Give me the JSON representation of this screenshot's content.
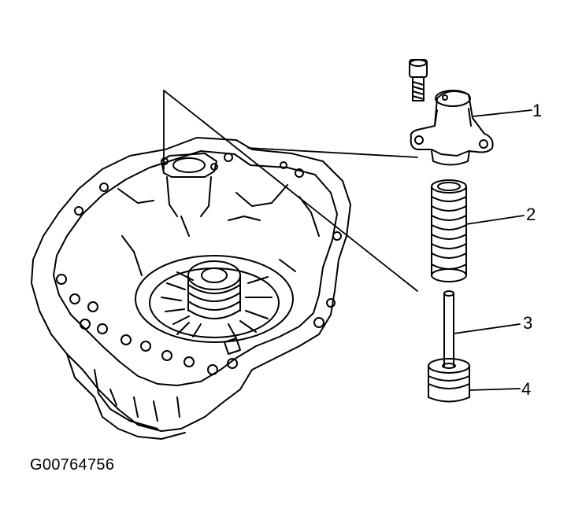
{
  "figure_id": "G00764756",
  "callouts": [
    "1",
    "2",
    "3",
    "4"
  ],
  "colors": {
    "line": "#000000",
    "fill": "#ffffff"
  },
  "parts": [
    "transmission-case",
    "accumulator-cover",
    "accumulator-spring",
    "accumulator-pin",
    "accumulator-piston",
    "cover-bolt"
  ]
}
